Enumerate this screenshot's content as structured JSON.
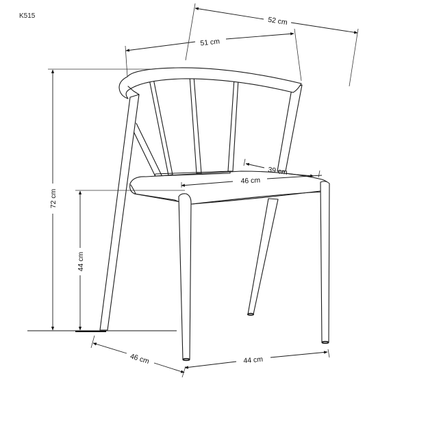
{
  "diagram": {
    "model": "K515",
    "subject": "chair dimension drawing",
    "dimensions": {
      "overall_height": {
        "label": "72 cm",
        "value": 72,
        "unit": "cm",
        "orientation": "vertical"
      },
      "seat_height": {
        "label": "44 cm",
        "value": 44,
        "unit": "cm",
        "orientation": "vertical"
      },
      "back_width_inner": {
        "label": "51 cm",
        "value": 51,
        "unit": "cm",
        "orientation": "top"
      },
      "back_width_outer": {
        "label": "52 cm",
        "value": 52,
        "unit": "cm",
        "orientation": "top"
      },
      "seat_width": {
        "label": "46 cm",
        "value": 46,
        "unit": "cm",
        "orientation": "seat"
      },
      "seat_depth": {
        "label": "39 cm",
        "value": 39,
        "unit": "cm",
        "orientation": "seat"
      },
      "base_depth": {
        "label": "46 cm",
        "value": 46,
        "unit": "cm",
        "orientation": "floor"
      },
      "base_width": {
        "label": "44 cm",
        "value": 44,
        "unit": "cm",
        "orientation": "floor"
      }
    },
    "colors": {
      "line": "#1a1a1a",
      "background": "#ffffff"
    }
  }
}
